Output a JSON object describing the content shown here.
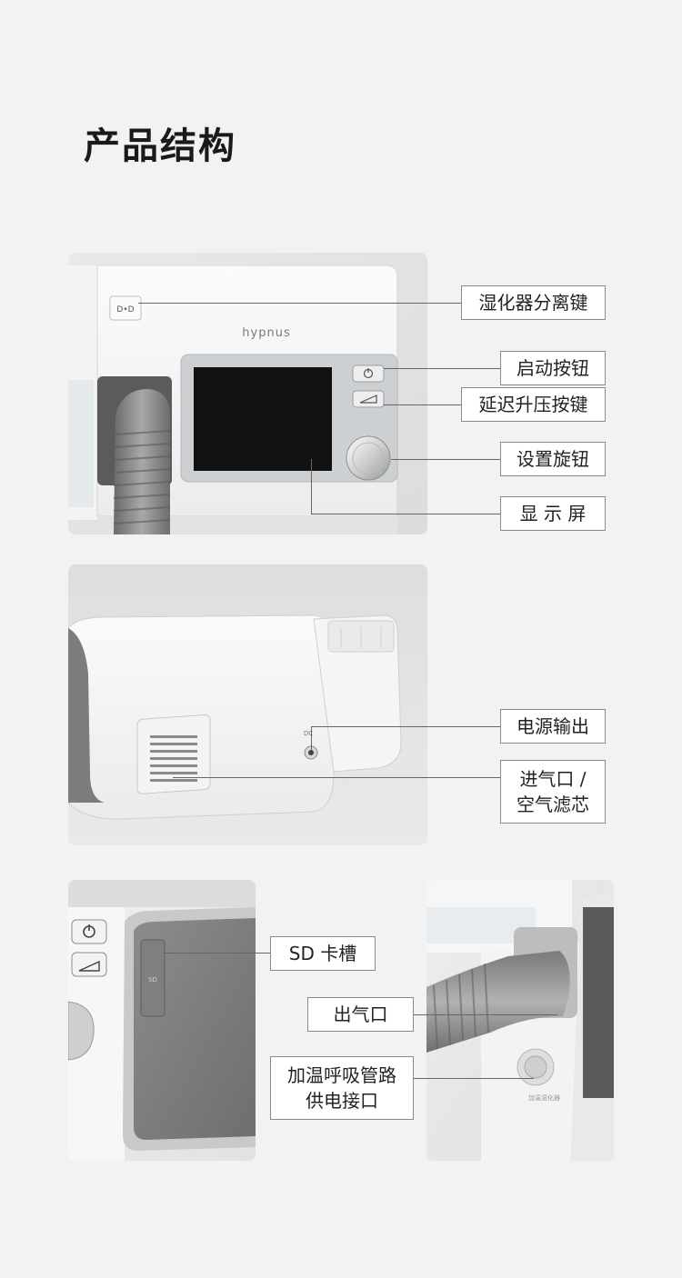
{
  "page": {
    "title": "产品结构"
  },
  "device": {
    "brand": "hypnus",
    "dc_label": "DC",
    "humidifier_tag": "加温湿化器"
  },
  "panel1": {
    "labels": {
      "humidifier_release": "湿化器分离键",
      "start_button": "启动按钮",
      "ramp_button": "延迟升压按键",
      "setting_knob": "设置旋钮",
      "display": "显 示 屏"
    }
  },
  "panel2": {
    "labels": {
      "power_output": "电源输出",
      "air_inlet_line1": "进气口 /",
      "air_inlet_line2": "空气滤芯"
    }
  },
  "panel3": {
    "labels": {
      "sd_slot": "SD 卡槽"
    }
  },
  "panel4": {
    "labels": {
      "air_outlet": "出气口",
      "heated_tube_line1": "加温呼吸管路",
      "heated_tube_line2": "供电接口"
    }
  }
}
